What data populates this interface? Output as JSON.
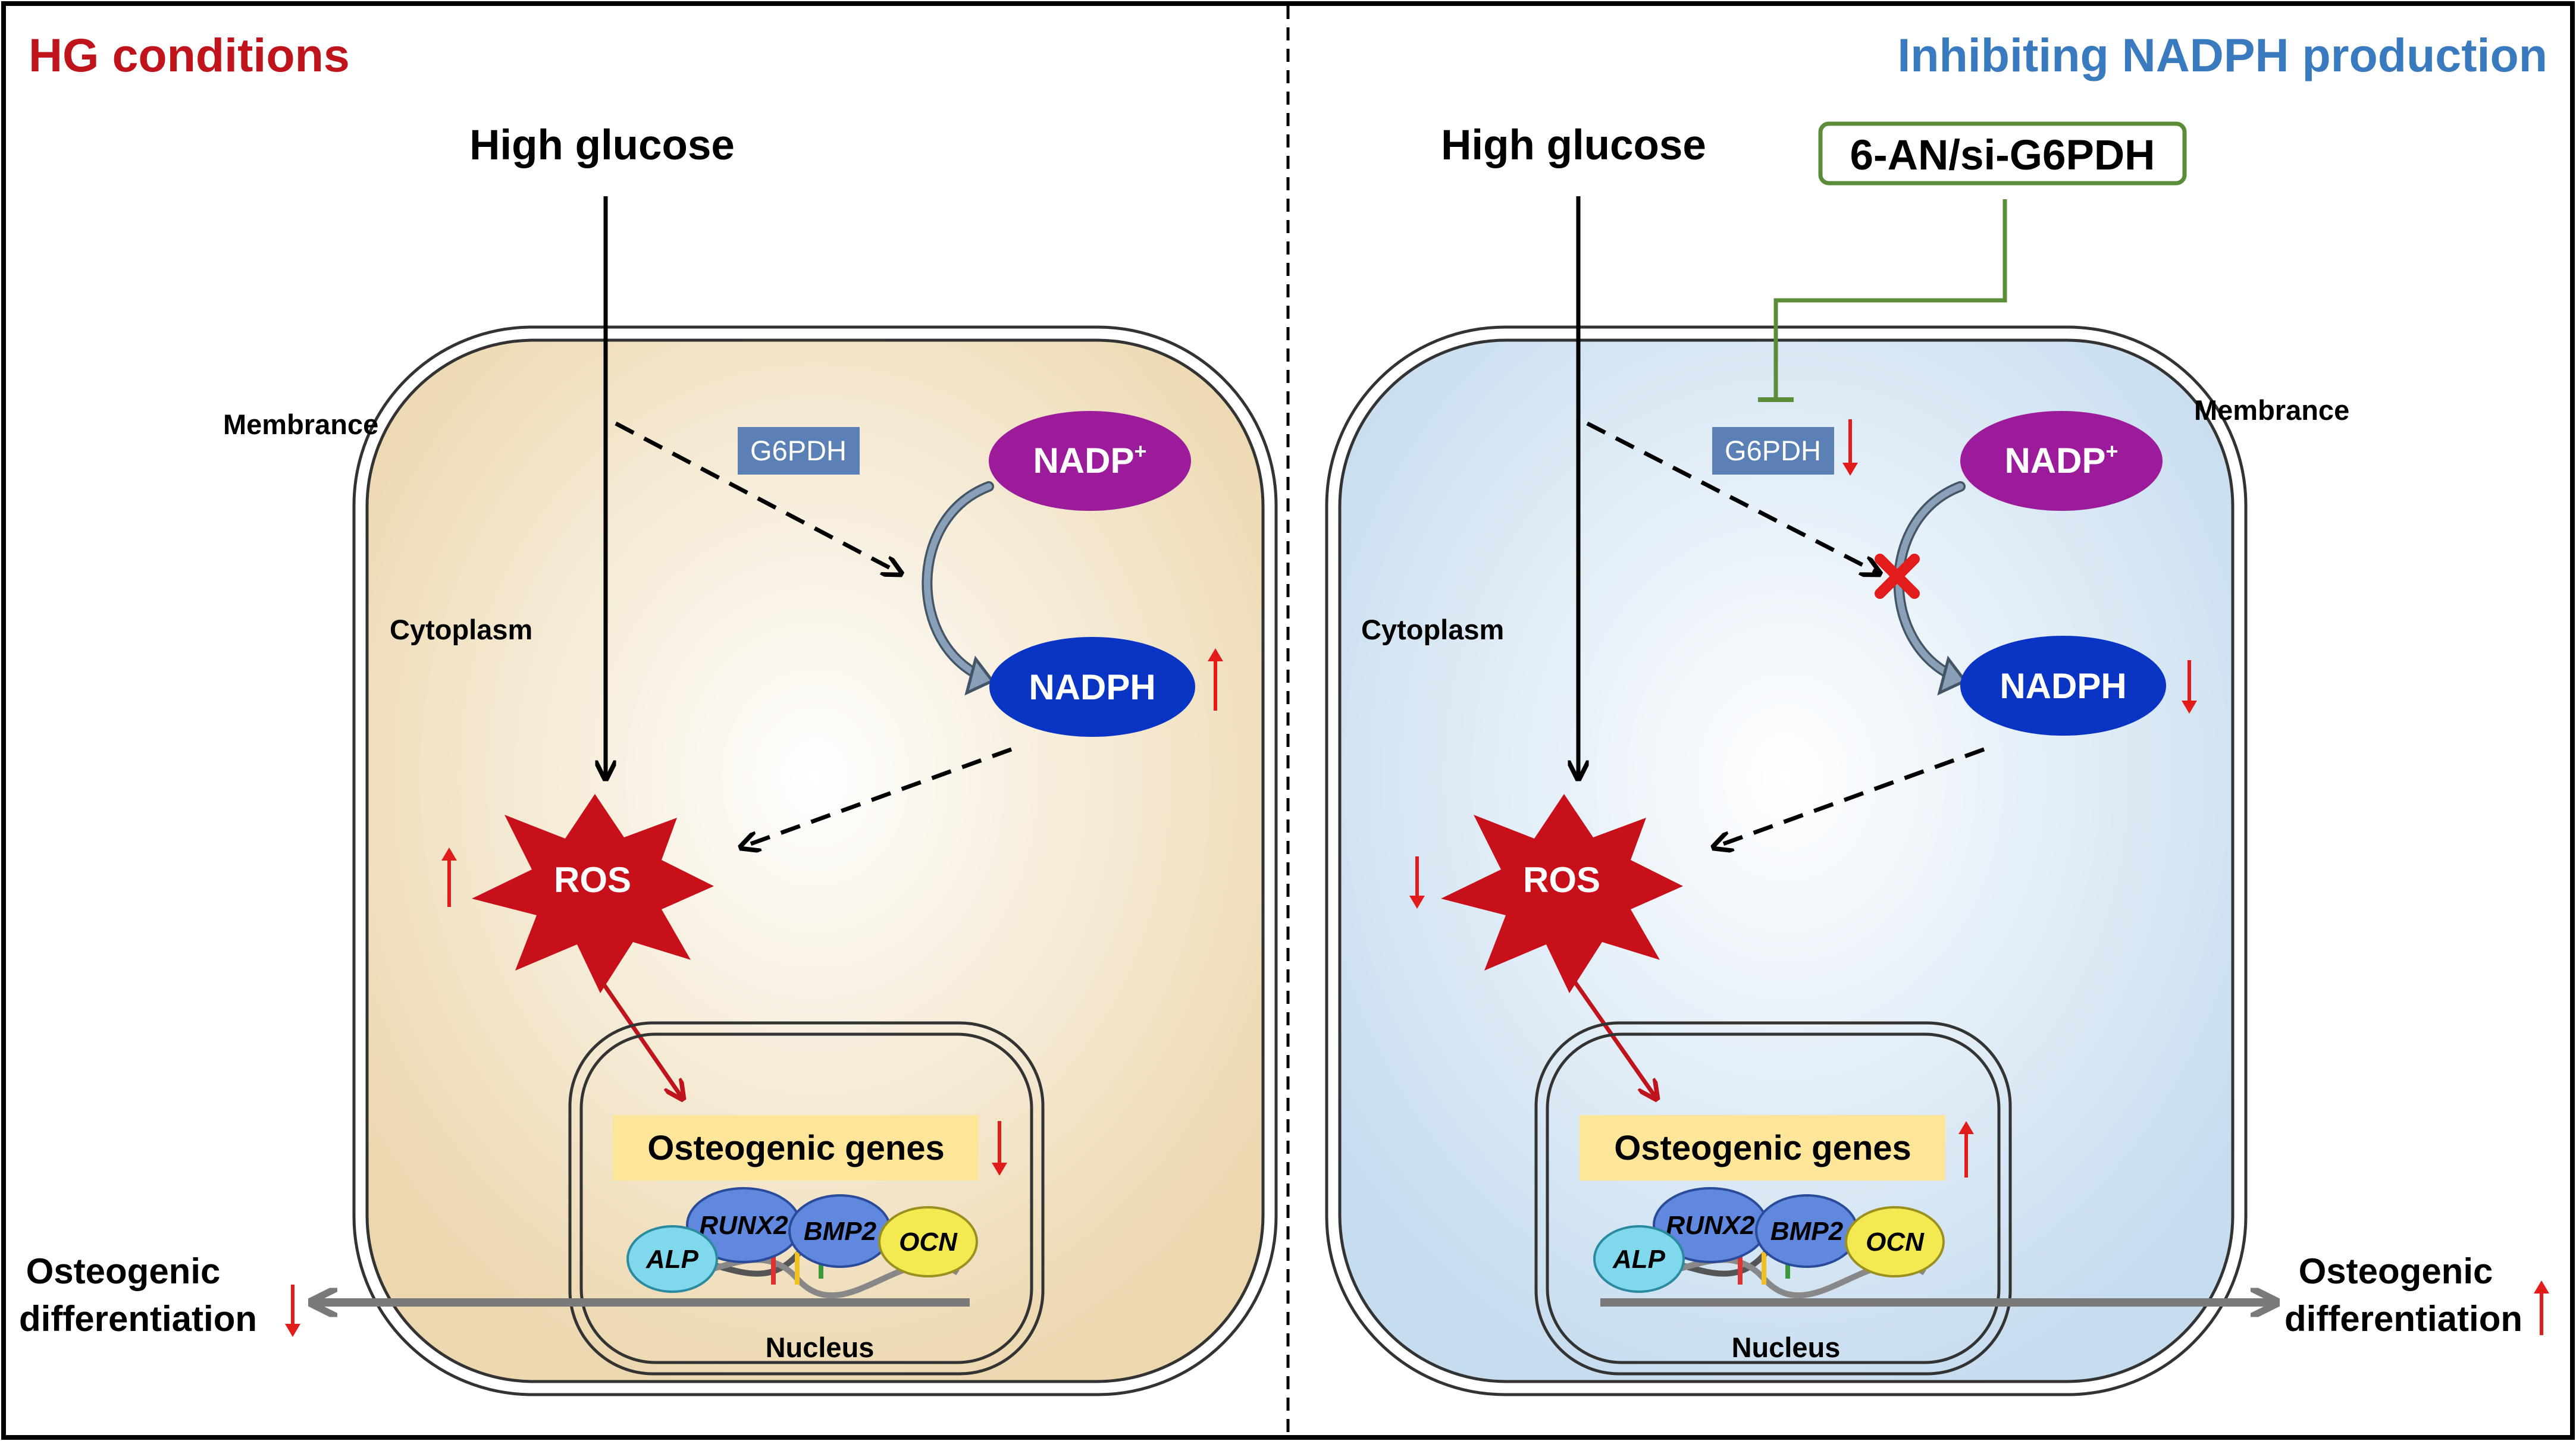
{
  "left_panel": {
    "title": "HG conditions",
    "stimulus": "High glucose",
    "membrane_label": "Membrance",
    "cytoplasm_label": "Cytoplasm",
    "nucleus_label": "Nucleus",
    "enzyme": "G6PDH",
    "nadp": "NADP",
    "nadp_sup": "+",
    "nadph": "NADPH",
    "ros": "ROS",
    "genes_label": "Osteogenic genes",
    "proteins": [
      "RUNX2",
      "BMP2",
      "ALP",
      "OCN"
    ],
    "outcome_line1": "Osteogenic",
    "outcome_line2": "differentiation",
    "cell_color": "#f0dfbd"
  },
  "right_panel": {
    "title": "Inhibiting NADPH production",
    "stimulus": "High glucose",
    "inhibitor": "6-AN/si-G6PDH",
    "membrane_label": "Membrance",
    "cytoplasm_label": "Cytoplasm",
    "nucleus_label": "Nucleus",
    "enzyme": "G6PDH",
    "nadp": "NADP",
    "nadp_sup": "+",
    "nadph": "NADPH",
    "ros": "ROS",
    "genes_label": "Osteogenic genes",
    "proteins": [
      "RUNX2",
      "BMP2",
      "ALP",
      "OCN"
    ],
    "outcome_line1": "Osteogenic",
    "outcome_line2": "differentiation",
    "cell_color": "#d4e4f2"
  },
  "colors": {
    "nadp_oval": "#9b1b9b",
    "nadph_oval": "#0a34c4",
    "ros_star": "#c8101a",
    "enzyme_chip": "#5a80b5",
    "gene_box": "#fde59a",
    "inhibitor_green": "#5b8c3a",
    "trend_arrow": "#e21b1b"
  }
}
